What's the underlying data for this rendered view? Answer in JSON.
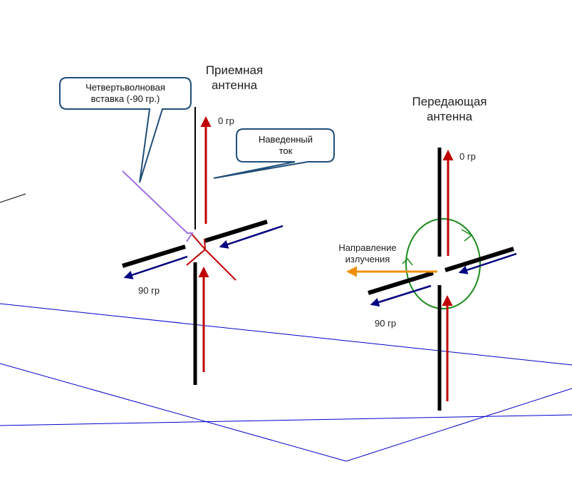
{
  "receiving": {
    "title_line1": "Приемная",
    "title_line2": "антенна",
    "label_top": "0 гр",
    "label_bottom": "90 гр",
    "callout_quarter_line1": "Четвертьволновая",
    "callout_quarter_line2": "вставка (-90 гр.)",
    "callout_current_line1": "Наведенный",
    "callout_current_line2": "ток"
  },
  "transmitting": {
    "title_line1": "Передающая",
    "title_line2": "антенна",
    "label_top": "0 гр",
    "label_bottom": "90 гр",
    "direction_line1": "Направление",
    "direction_line2": "излучения"
  },
  "colors": {
    "element": "#000000",
    "current_red": "#c00000",
    "current_navy": "#000080",
    "quarter_wave": "#a070e0",
    "callout_border": "#1f4e79",
    "pattern": "#1a8a1a",
    "direction": "#f0900a",
    "ground": "#0000cc"
  }
}
